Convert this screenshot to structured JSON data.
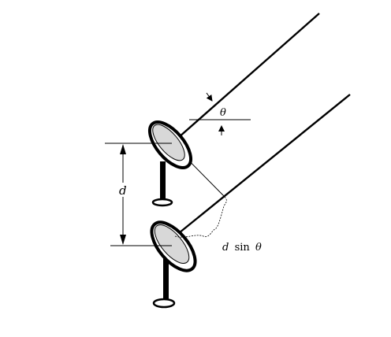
{
  "labels": {
    "theta": "θ",
    "spacing": "d",
    "path_difference_var": "d",
    "path_difference_fn": "sin",
    "path_difference_angle": "θ"
  },
  "colors": {
    "line": "#000000",
    "dish_fill": "#d8d8d8",
    "background": "#ffffff"
  },
  "elements": {
    "top_dish": "dish-antenna",
    "bottom_dish": "dish-antenna",
    "upper_ray": "incoming-ray",
    "lower_ray": "incoming-ray",
    "baseline": "dimension-arrow",
    "path_difference": "curly-brace"
  }
}
